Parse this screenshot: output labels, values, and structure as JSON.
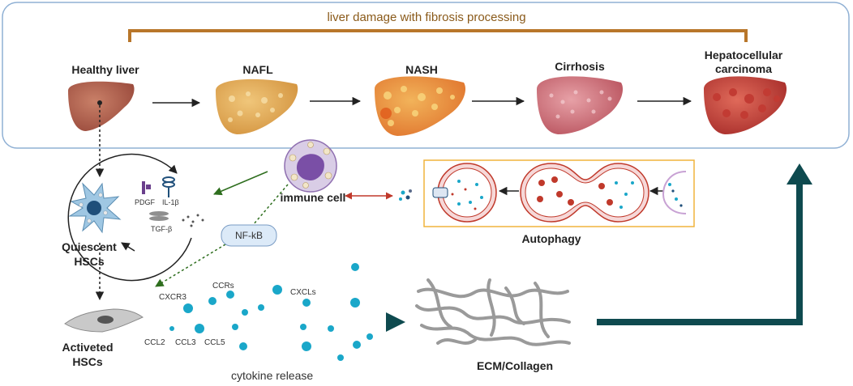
{
  "banner": {
    "title": "liver damage with fibrosis processing"
  },
  "stages": [
    {
      "label": "Healthy liver"
    },
    {
      "label": "NAFL"
    },
    {
      "label": "NASH"
    },
    {
      "label": "Cirrhosis"
    },
    {
      "label": "Hepatocellular carcinoma"
    }
  ],
  "cells": {
    "quiescent": "Quiescent HSCs",
    "activated": "Activeted HSCs",
    "immune": "immune cell"
  },
  "factors": {
    "pdgf": "PDGF",
    "il1b": "IL-1β",
    "tgfb": "TGF-β",
    "nfkb": "NF-kB"
  },
  "cytokines": {
    "cxcr3": "CXCR3",
    "ccrs": "CCRs",
    "cxcls": "CXCLs",
    "ccl2": "CCL2",
    "ccl3": "CCL3",
    "ccl5": "CCL5",
    "release": "cytokine release"
  },
  "autophagy": {
    "label": "Autophagy"
  },
  "ecm": {
    "label": "ECM/Collagen"
  },
  "colors": {
    "banner_border": "#8fb0d4",
    "bracket": "#b8762a",
    "title_text": "#8a5a1a",
    "dark_teal": "#0e4a4f",
    "cytokine": "#1aa7c9",
    "autophagy_border": "#f0b43c",
    "immune_arrow": "#2e6e1e",
    "double_arrow": "#c0392b"
  }
}
